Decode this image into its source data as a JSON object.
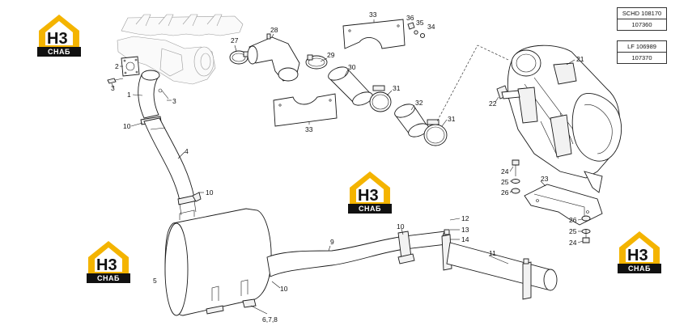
{
  "reference_tables": [
    {
      "rows": [
        "SCHD 108170",
        "107360"
      ]
    },
    {
      "rows": [
        "LF 106989",
        "107370"
      ]
    }
  ],
  "watermark": {
    "icon": "house-logo-icon",
    "letters": "H3",
    "word": "СНАБ",
    "brand_color": "#f4b400"
  },
  "callouts": [
    {
      "text": "1"
    },
    {
      "text": "2"
    },
    {
      "text": "3"
    },
    {
      "text": "3"
    },
    {
      "text": "4"
    },
    {
      "text": "5"
    },
    {
      "text": "6,7,8"
    },
    {
      "text": "9"
    },
    {
      "text": "10"
    },
    {
      "text": "10"
    },
    {
      "text": "10"
    },
    {
      "text": "10"
    },
    {
      "text": "11"
    },
    {
      "text": "12"
    },
    {
      "text": "13"
    },
    {
      "text": "14"
    },
    {
      "text": "21"
    },
    {
      "text": "22"
    },
    {
      "text": "23"
    },
    {
      "text": "24"
    },
    {
      "text": "24"
    },
    {
      "text": "25"
    },
    {
      "text": "25"
    },
    {
      "text": "26"
    },
    {
      "text": "26"
    },
    {
      "text": "27"
    },
    {
      "text": "28"
    },
    {
      "text": "29"
    },
    {
      "text": "30"
    },
    {
      "text": "31"
    },
    {
      "text": "31"
    },
    {
      "text": "32"
    },
    {
      "text": "33"
    },
    {
      "text": "33"
    },
    {
      "text": "34"
    },
    {
      "text": "35"
    },
    {
      "text": "36"
    }
  ]
}
